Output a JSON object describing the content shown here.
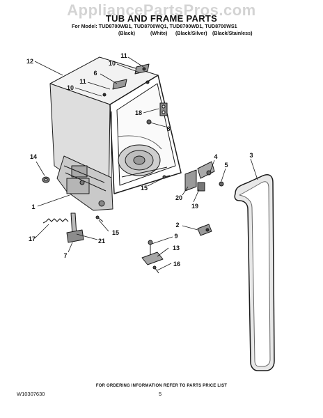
{
  "header": {
    "watermark": "AppliancePartsPros.com",
    "title": "TUB AND FRAME PARTS",
    "model_line": "For Model: TUD8700WB1, TUD8700WQ1, TUD8700WD1, TUD8700WS1",
    "variants": [
      "(Black)",
      "(White)",
      "(Black/Silver)",
      "(Black/Stainless)"
    ]
  },
  "callouts": [
    {
      "id": "c12",
      "label": "12"
    },
    {
      "id": "c11a",
      "label": "11"
    },
    {
      "id": "c10a",
      "label": "10"
    },
    {
      "id": "c6",
      "label": "6"
    },
    {
      "id": "c11b",
      "label": "11"
    },
    {
      "id": "c10b",
      "label": "10"
    },
    {
      "id": "c18",
      "label": "18"
    },
    {
      "id": "c8",
      "label": "8"
    },
    {
      "id": "c14",
      "label": "14"
    },
    {
      "id": "c3",
      "label": "3"
    },
    {
      "id": "c4",
      "label": "4"
    },
    {
      "id": "c5",
      "label": "5"
    },
    {
      "id": "c15a",
      "label": "15"
    },
    {
      "id": "c20",
      "label": "20"
    },
    {
      "id": "c19",
      "label": "19"
    },
    {
      "id": "c1",
      "label": "1"
    },
    {
      "id": "c15b",
      "label": "15"
    },
    {
      "id": "c17",
      "label": "17"
    },
    {
      "id": "c21",
      "label": "21"
    },
    {
      "id": "c7",
      "label": "7"
    },
    {
      "id": "c2",
      "label": "2"
    },
    {
      "id": "c9",
      "label": "9"
    },
    {
      "id": "c13",
      "label": "13"
    },
    {
      "id": "c16",
      "label": "16"
    }
  ],
  "footer": {
    "note": "FOR ORDERING INFORMATION REFER TO PARTS PRICE LIST",
    "doc_number": "W10307630",
    "page": "5"
  }
}
